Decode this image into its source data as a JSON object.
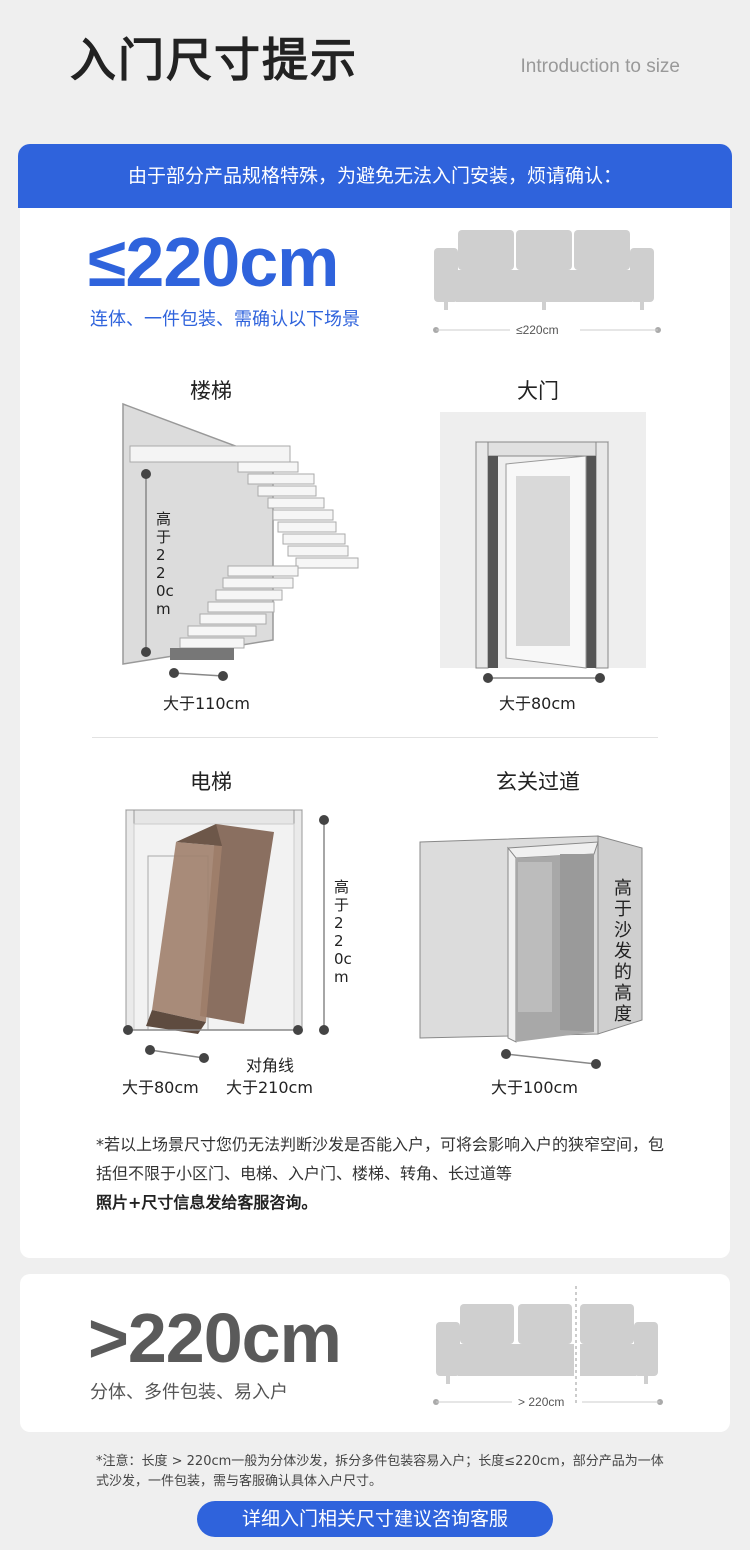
{
  "header": {
    "title": "入门尺寸提示",
    "subtitle": "Introduction to size"
  },
  "banner": {
    "text": "由于部分产品规格特殊，为避免无法入门安装，烦请确认："
  },
  "section_small": {
    "size": "≤220cm",
    "desc": "连体、一件包装、需确认以下场景",
    "sofa_dim": "≤220cm"
  },
  "scenes": {
    "stairs": {
      "title": "楼梯",
      "height": "高于220cm",
      "width": "大于110cm"
    },
    "door": {
      "title": "大门",
      "width": "大于80cm"
    },
    "elevator": {
      "title": "电梯",
      "height": "高于220cm",
      "width": "大于80cm",
      "diag_label": "对角线",
      "diag": "大于210cm"
    },
    "hallway": {
      "title": "玄关过道",
      "height": "高于沙发的高度",
      "width": "大于100cm"
    }
  },
  "note1": {
    "line": "*若以上场景尺寸您仍无法判断沙发是否能入户，可将会影响入户的狭窄空间，包括但不限于小区门、电梯、入户门、楼梯、转角、长过道等",
    "bold": "照片+尺寸信息发给客服咨询。"
  },
  "section_large": {
    "size": ">220cm",
    "desc": "分体、多件包装、易入户",
    "sofa_dim": "> 220cm"
  },
  "footer": {
    "note": "*注意：长度 > 220cm一般为分体沙发，拆分多件包装容易入户；长度≤220cm，部分产品为一体式沙发，一件包装，需与客服确认具体入户尺寸。",
    "button": "详细入门相关尺寸建议咨询客服"
  },
  "colors": {
    "accent": "#2f63dc",
    "card": "#ffffff",
    "background": "#efefef"
  }
}
